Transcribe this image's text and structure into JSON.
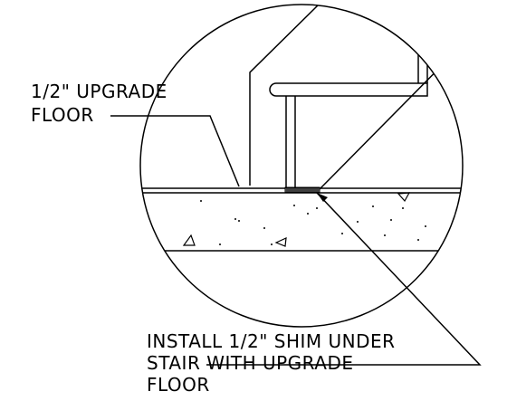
{
  "labels": {
    "upgrade_floor_line1": "1/2\" UPGRADE",
    "upgrade_floor_line2": "FLOOR",
    "shim_note_line1": "INSTALL 1/2\" SHIM UNDER",
    "shim_note_line2": "STAIR WITH UPGRADE",
    "shim_note_line3": "FLOOR"
  },
  "colors": {
    "line": "#000000",
    "background": "#ffffff"
  }
}
